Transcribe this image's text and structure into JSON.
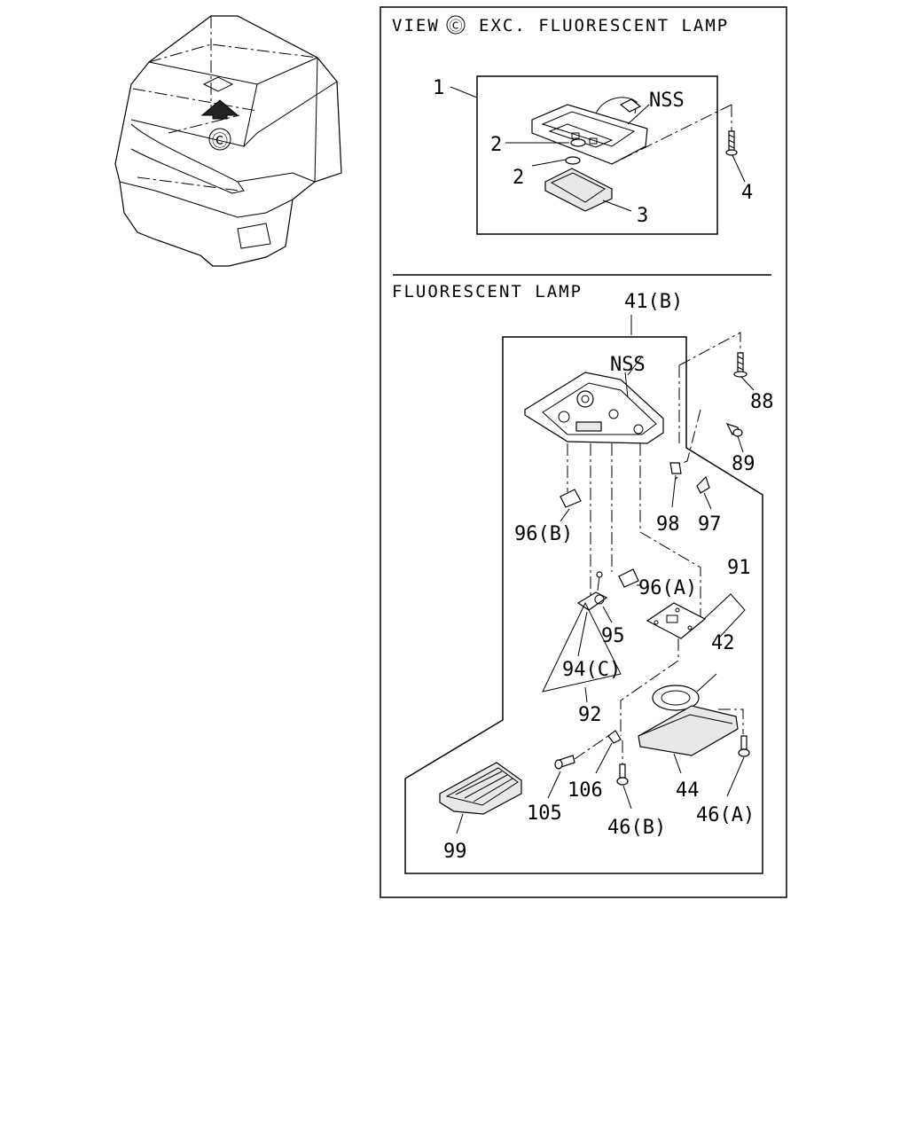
{
  "header_top": {
    "prefix": "VIEW",
    "symbol": "Ⓒ",
    "rest": "EXC. FLUORESCENT LAMP"
  },
  "header_bottom": "FLUORESCENT LAMP",
  "cab_view_marker": "Ⓒ",
  "top_callouts": {
    "c1": "1",
    "c2a": "2",
    "c2b": "2",
    "c3": "3",
    "c4": "4",
    "nss": "NSS"
  },
  "bottom_callouts": {
    "c41b": "41(B)",
    "nss": "NSS",
    "c88": "88",
    "c89": "89",
    "c98": "98",
    "c97": "97",
    "c96b": "96(B)",
    "c96a": "96(A)",
    "c91": "91",
    "c95": "95",
    "c42": "42",
    "c94c": "94(C)",
    "c92": "92",
    "c106": "106",
    "c44": "44",
    "c105": "105",
    "c46b": "46(B)",
    "c46a": "46(A)",
    "c99": "99"
  }
}
